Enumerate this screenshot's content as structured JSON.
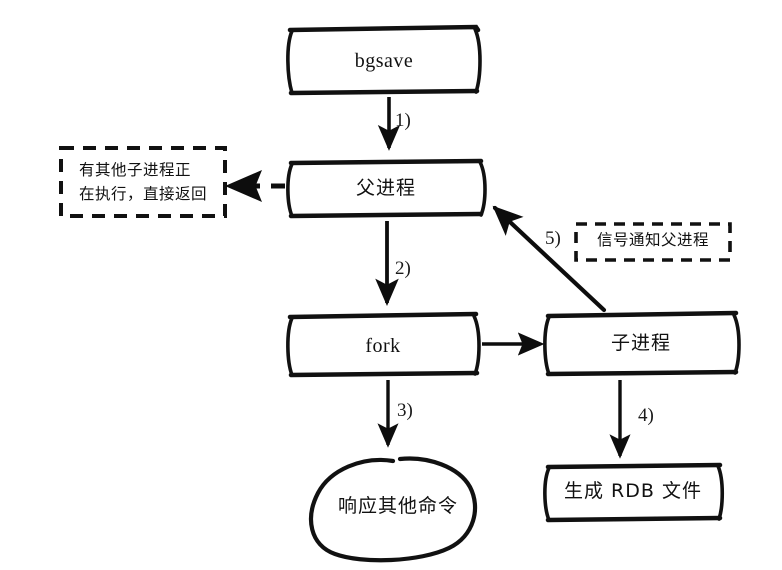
{
  "diagram": {
    "title": "Redis bgsave fork flow (hand-drawn)",
    "style": "hand-drawn-sketch",
    "ink_color": "#111111",
    "background_color": "#ffffff",
    "nodes": [
      {
        "id": "bgsave",
        "label": "bgsave",
        "shape": "bracket-box",
        "script": "latin"
      },
      {
        "id": "parent",
        "label": "父进程",
        "shape": "bracket-box",
        "script": "cjk"
      },
      {
        "id": "fork",
        "label": "fork",
        "shape": "bracket-box",
        "script": "latin"
      },
      {
        "id": "child",
        "label": "子进程",
        "shape": "bracket-box",
        "script": "cjk"
      },
      {
        "id": "rdb",
        "label": "生成 RDB 文件",
        "shape": "bracket-box",
        "script": "mixed"
      },
      {
        "id": "respond",
        "label": "响应其他命令",
        "shape": "blob",
        "script": "cjk"
      }
    ],
    "notes": [
      {
        "id": "busy",
        "label": "有其他子进程正\n在执行，直接返回",
        "shape": "dashed-box"
      },
      {
        "id": "signal",
        "label": "信号通知父进程",
        "shape": "dashed-box"
      }
    ],
    "edges": [
      {
        "id": "e1",
        "label": "1)",
        "from": "bgsave",
        "to": "parent",
        "style": "solid-arrow"
      },
      {
        "id": "e2",
        "label": "2)",
        "from": "parent",
        "to": "fork",
        "style": "solid-arrow"
      },
      {
        "id": "e3",
        "label": "3)",
        "from": "fork",
        "to": "respond",
        "style": "solid-arrow"
      },
      {
        "id": "e4",
        "label": "4)",
        "from": "child",
        "to": "rdb",
        "style": "solid-arrow"
      },
      {
        "id": "e5",
        "label": "5)",
        "from": "child",
        "to": "parent",
        "style": "solid-arrow-diagonal"
      },
      {
        "id": "e6",
        "label": "",
        "from": "fork",
        "to": "child",
        "style": "solid-arrow"
      },
      {
        "id": "e7",
        "label": "",
        "from": "parent",
        "to": "busy",
        "style": "dashed-arrow"
      }
    ]
  }
}
